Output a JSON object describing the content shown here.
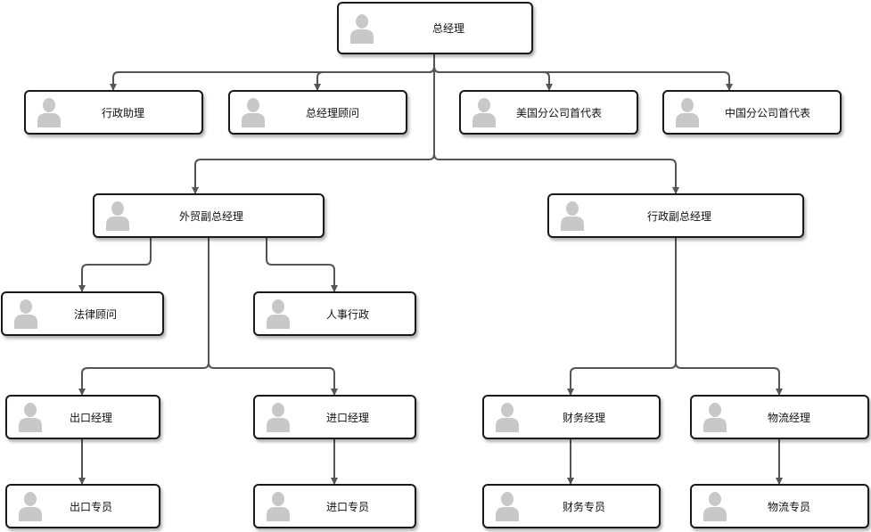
{
  "diagram": {
    "nodes": [
      {
        "id": "ceo",
        "label": "总经理"
      },
      {
        "id": "admin-assistant",
        "label": "行政助理"
      },
      {
        "id": "gm-advisor",
        "label": "总经理顾问"
      },
      {
        "id": "us-rep",
        "label": "美国分公司首代表"
      },
      {
        "id": "cn-rep",
        "label": "中国分公司首代表"
      },
      {
        "id": "trade-vp",
        "label": "外贸副总经理"
      },
      {
        "id": "admin-vp",
        "label": "行政副总经理"
      },
      {
        "id": "legal",
        "label": "法律顾问"
      },
      {
        "id": "hr",
        "label": "人事行政"
      },
      {
        "id": "export-mgr",
        "label": "出口经理"
      },
      {
        "id": "import-mgr",
        "label": "进口经理"
      },
      {
        "id": "finance-mgr",
        "label": "财务经理"
      },
      {
        "id": "logistics-mgr",
        "label": "物流经理"
      },
      {
        "id": "export-staff",
        "label": "出口专员"
      },
      {
        "id": "import-staff",
        "label": "进口专员"
      },
      {
        "id": "finance-staff",
        "label": "财务专员"
      },
      {
        "id": "logistics-staff",
        "label": "物流专员"
      }
    ],
    "edges": [
      {
        "from": "ceo",
        "to": "admin-assistant"
      },
      {
        "from": "ceo",
        "to": "gm-advisor"
      },
      {
        "from": "ceo",
        "to": "us-rep"
      },
      {
        "from": "ceo",
        "to": "cn-rep"
      },
      {
        "from": "ceo",
        "to": "trade-vp"
      },
      {
        "from": "ceo",
        "to": "admin-vp"
      },
      {
        "from": "trade-vp",
        "to": "legal"
      },
      {
        "from": "trade-vp",
        "to": "hr"
      },
      {
        "from": "trade-vp",
        "to": "export-mgr"
      },
      {
        "from": "trade-vp",
        "to": "import-mgr"
      },
      {
        "from": "admin-vp",
        "to": "finance-mgr"
      },
      {
        "from": "admin-vp",
        "to": "logistics-mgr"
      },
      {
        "from": "export-mgr",
        "to": "export-staff"
      },
      {
        "from": "import-mgr",
        "to": "import-staff"
      },
      {
        "from": "finance-mgr",
        "to": "finance-staff"
      },
      {
        "from": "logistics-mgr",
        "to": "logistics-staff"
      }
    ],
    "colors": {
      "box_border": "#1a1a1a",
      "connector": "#555555",
      "avatar": "#c8c8c8",
      "text": "#111111"
    },
    "icon": "person-avatar-icon"
  }
}
